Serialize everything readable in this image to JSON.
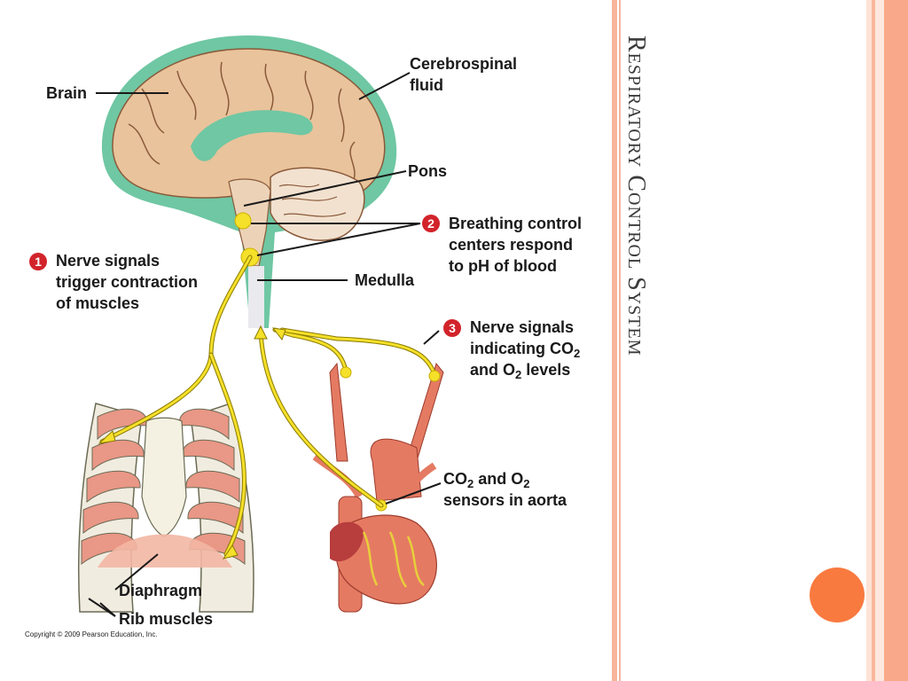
{
  "slide": {
    "title": "Respiratory Control System"
  },
  "labels": {
    "brain": "Brain",
    "csf_line1": "Cerebrospinal",
    "csf_line2": "fluid",
    "pons": "Pons",
    "medulla": "Medulla",
    "diaphragm": "Diaphragm",
    "rib_muscles": "Rib muscles"
  },
  "steps": [
    {
      "number": "1",
      "lines": [
        "Nerve signals",
        "trigger contraction",
        "of muscles"
      ]
    },
    {
      "number": "2",
      "lines": [
        "Breathing control",
        "centers respond",
        "to pH of blood"
      ]
    },
    {
      "number": "3",
      "line1": "Nerve signals",
      "line2_a": "indicating CO",
      "line2_sub": "2",
      "line3_a": "and O",
      "line3_sub": "2",
      "line3_b": " levels"
    }
  ],
  "aorta_label": {
    "a": "CO",
    "a_sub": "2",
    "b": " and O",
    "b_sub": "2",
    "line2": "sensors in aorta"
  },
  "copyright": "Copyright © 2009 Pearson Education, Inc.",
  "colors": {
    "accent_orange": "#f97a3f",
    "stripe_light": "#fde3d6",
    "stripe_mid": "#f8a98a",
    "nerve_yellow": "#f5e02a",
    "artery_red": "#d9534f",
    "brain_tan": "#e9c39b",
    "csf_green": "#6fc7a3"
  }
}
